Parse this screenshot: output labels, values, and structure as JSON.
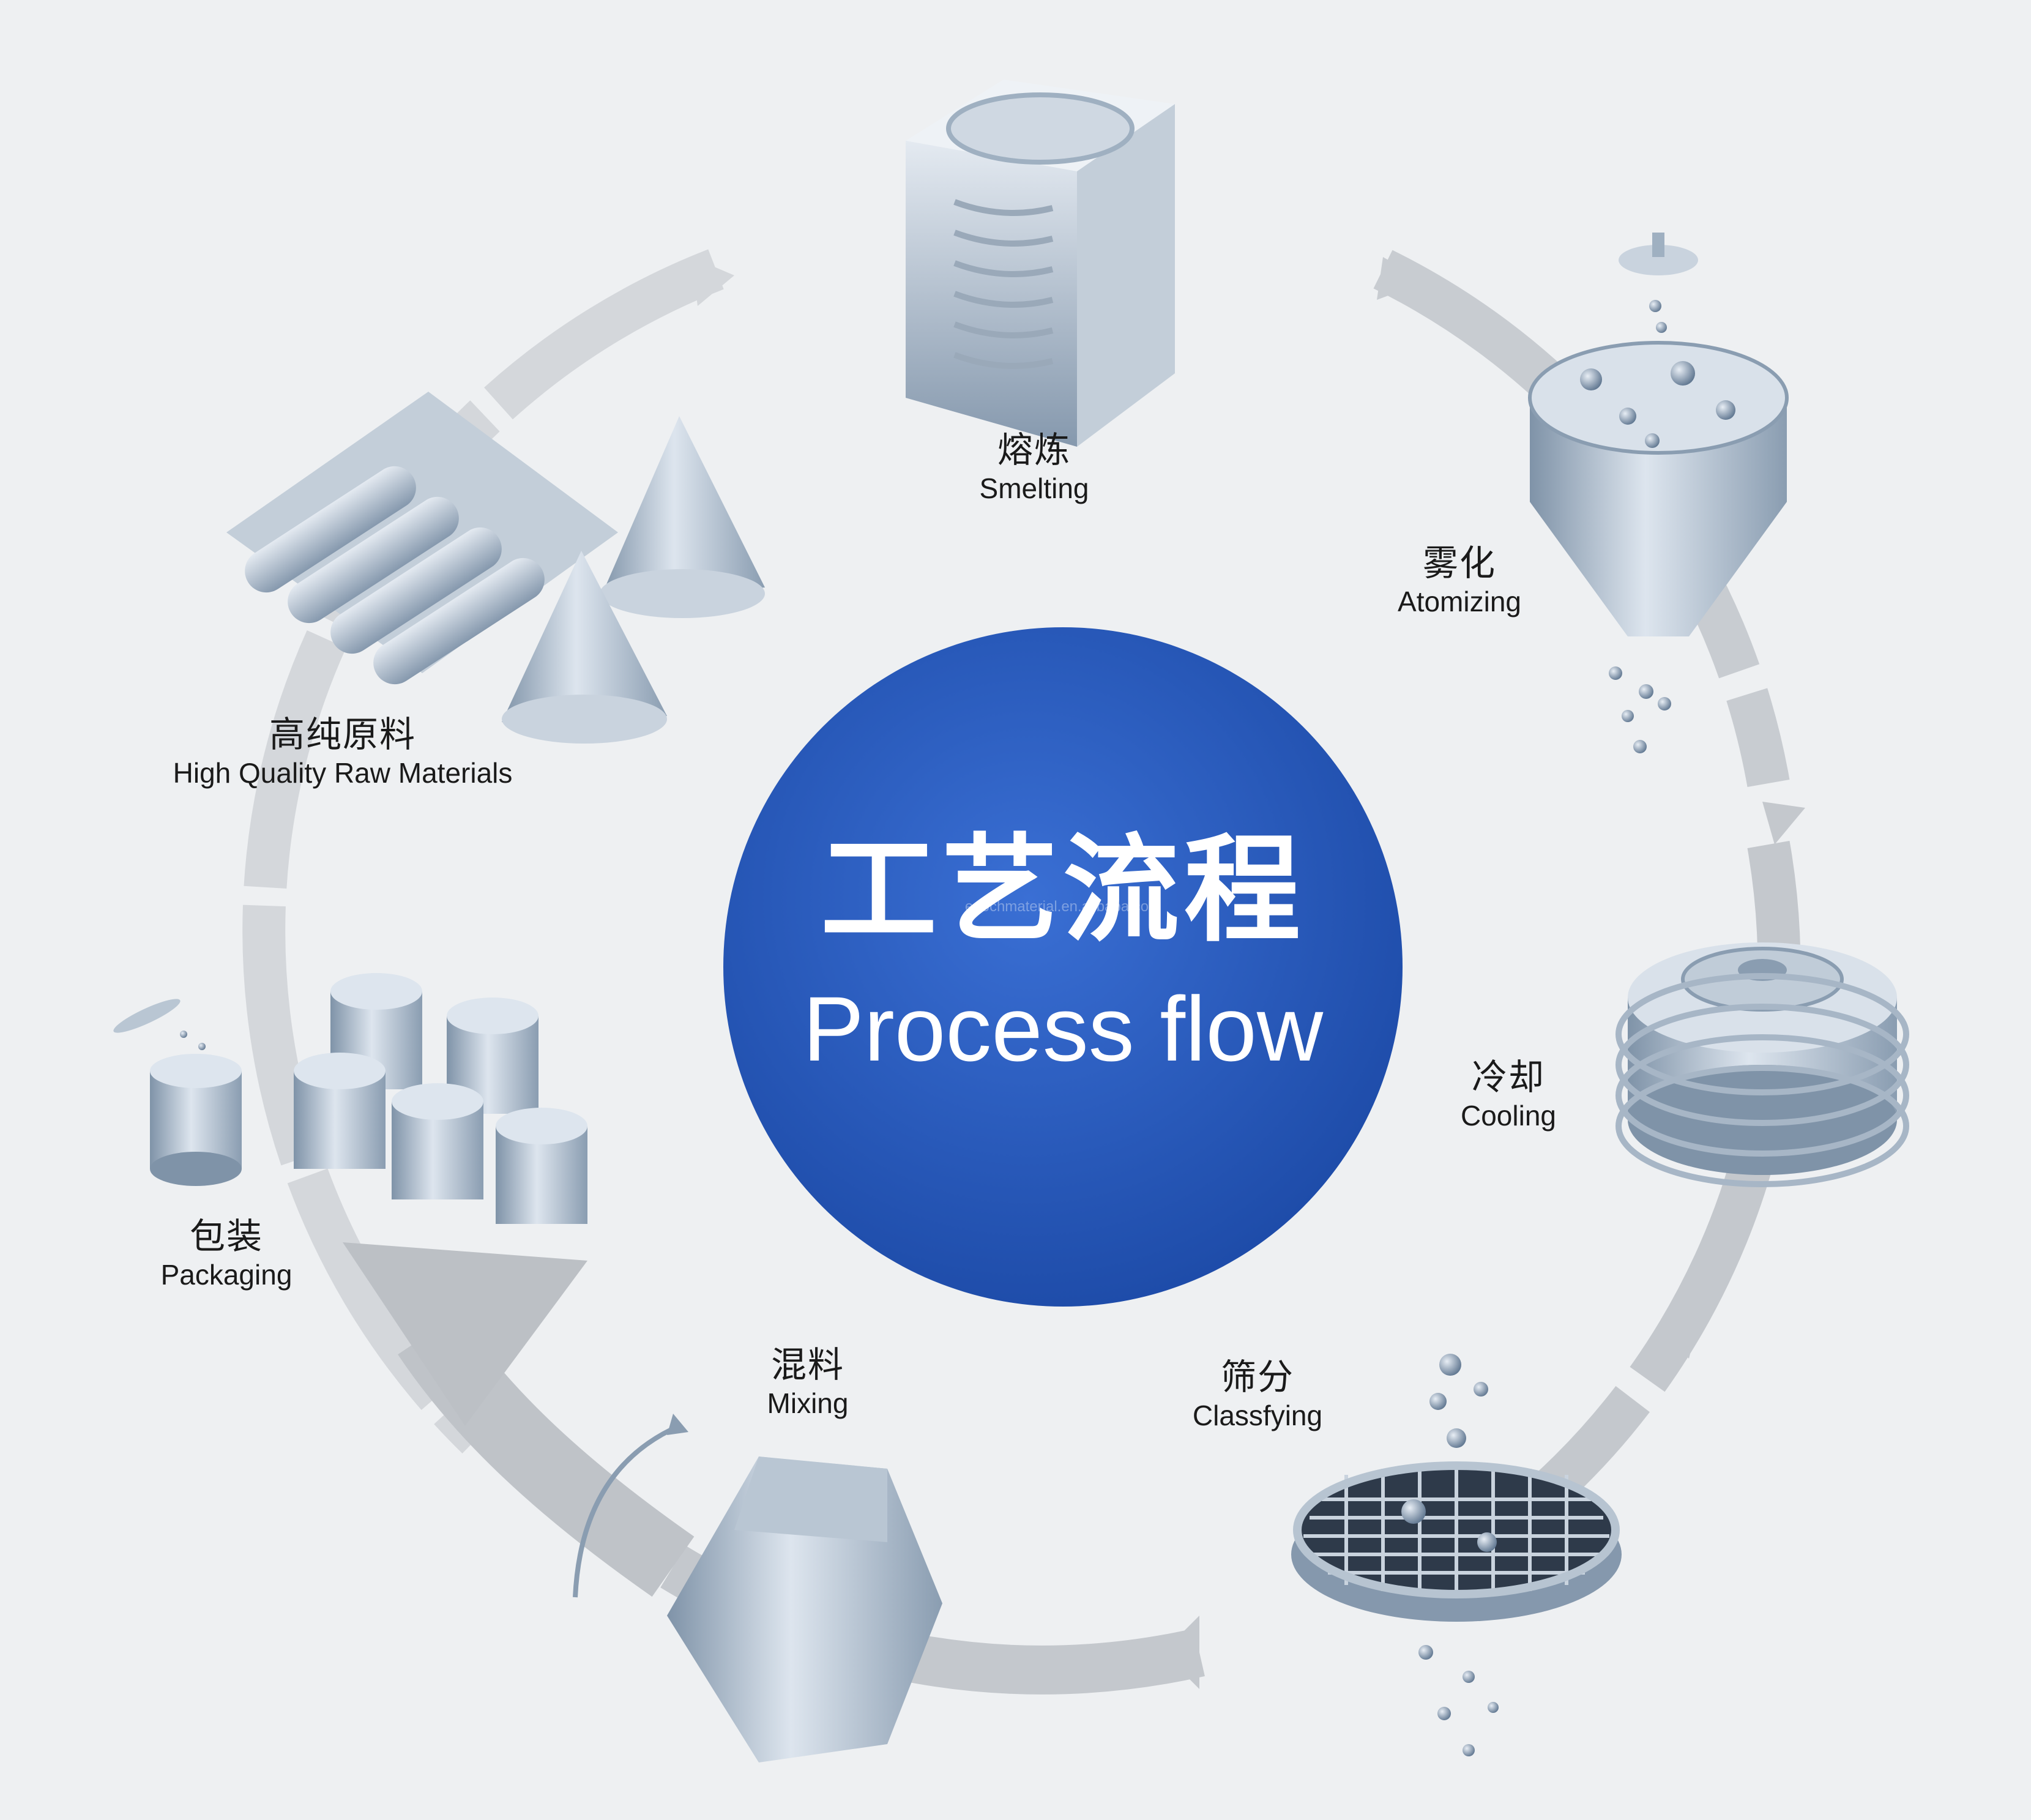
{
  "center": {
    "title": "工艺流程",
    "subtitle": "Process flow",
    "watermark": "epochmaterial.en.alibaba.com"
  },
  "steps": [
    {
      "id": "smelting",
      "zh": "熔炼",
      "en": "Smelting"
    },
    {
      "id": "atomizing",
      "zh": "雾化",
      "en": "Atomizing"
    },
    {
      "id": "cooling",
      "zh": "冷却",
      "en": "Cooling"
    },
    {
      "id": "classfying",
      "zh": "筛分",
      "en": "Classfying"
    },
    {
      "id": "mixing",
      "zh": "混料",
      "en": "Mixing"
    },
    {
      "id": "packaging",
      "zh": "包装",
      "en": "Packaging"
    },
    {
      "id": "raw",
      "zh": "高纯原料",
      "en": "High Quality Raw Materials"
    }
  ],
  "colors": {
    "background": "#eef0f2",
    "circle": "#1f4fad",
    "arrow": "#c8ccd1",
    "metal_light": "#dde5ee",
    "metal_dark": "#7f93a8"
  }
}
